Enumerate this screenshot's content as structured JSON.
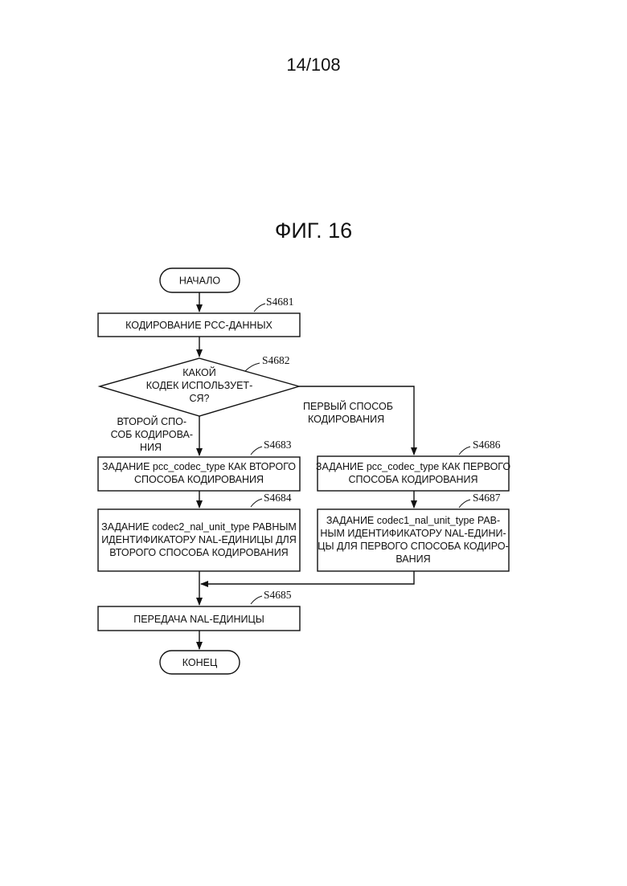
{
  "page_number": "14/108",
  "figure_title": "ФИГ. 16",
  "flowchart": {
    "start": "НАЧАЛО",
    "end": "КОНЕЦ",
    "steps": {
      "s4681": {
        "id": "S4681",
        "lines": [
          "КОДИРОВАНИЕ PCC-ДАННЫХ"
        ]
      },
      "s4682": {
        "id": "S4682",
        "lines": [
          "КАКОЙ",
          "КОДЕК ИСПОЛЬЗУЕТ-",
          "СЯ?"
        ]
      },
      "s4683": {
        "id": "S4683",
        "lines": [
          "ЗАДАНИЕ pcc_codec_type КАК ВТОРОГО",
          "СПОСОБА КОДИРОВАНИЯ"
        ]
      },
      "s4684": {
        "id": "S4684",
        "lines": [
          "ЗАДАНИЕ codec2_nal_unit_type РАВНЫМ",
          "ИДЕНТИФИКАТОРУ NAL-ЕДИНИЦЫ ДЛЯ",
          "ВТОРОГО СПОСОБА КОДИРОВАНИЯ"
        ]
      },
      "s4685": {
        "id": "S4685",
        "lines": [
          "ПЕРЕДАЧА NAL-ЕДИНИЦЫ"
        ]
      },
      "s4686": {
        "id": "S4686",
        "lines": [
          "ЗАДАНИЕ pcc_codec_type КАК ПЕРВОГО",
          "СПОСОБА КОДИРОВАНИЯ"
        ]
      },
      "s4687": {
        "id": "S4687",
        "lines": [
          "ЗАДАНИЕ codec1_nal_unit_type РАВ-",
          "НЫМ ИДЕНТИФИКАТОРУ NAL-ЕДИНИ-",
          "ЦЫ ДЛЯ ПЕРВОГО СПОСОБА КОДИРО-",
          "ВАНИЯ"
        ]
      }
    },
    "branch_labels": {
      "second": [
        "ВТОРОЙ СПО-",
        "СОБ КОДИРОВА-",
        "НИЯ"
      ],
      "first": [
        "ПЕРВЫЙ СПОСОБ",
        "КОДИРОВАНИЯ"
      ]
    }
  }
}
